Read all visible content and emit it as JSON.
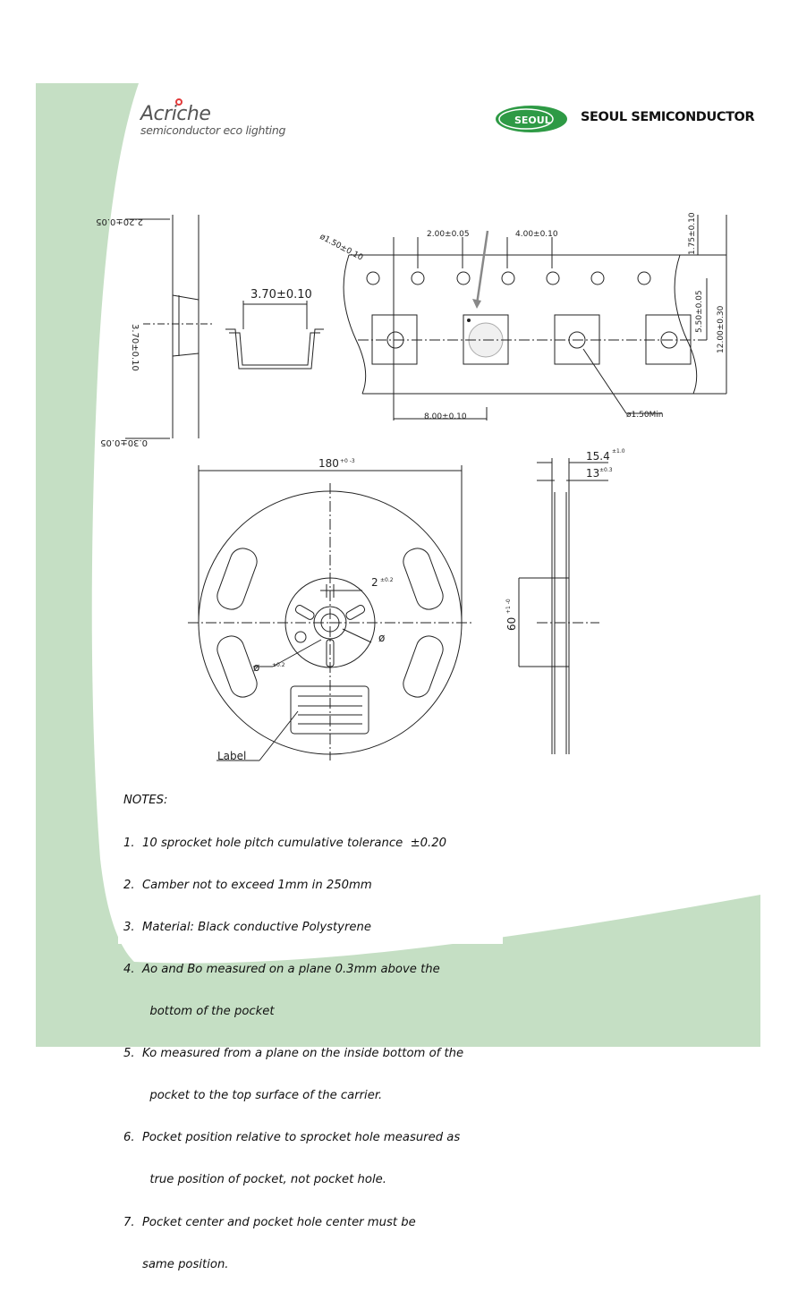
{
  "header": {
    "brand_name": "Acriche",
    "brand_tagline": "semiconductor eco lighting",
    "logo_oval_text": "SEOUL",
    "company_name": "SEOUL SEMICONDUCTOR"
  },
  "colors": {
    "page_green": "#c5dfc4",
    "logo_green": "#2e9a45",
    "acriche_dot": "#e23b3b"
  },
  "tape_drawing": {
    "dim_2_20": "2.20±0.05",
    "dim_3_70_side": "3.70±0.10",
    "dim_0_30": "0.30±0.05",
    "dim_3_70_top": "3.70±0.10",
    "dim_hole_dia": "ø1.50±0.10",
    "dim_pitch_2": "2.00±0.05",
    "dim_pitch_4": "4.00±0.10",
    "dim_1_75": "1.75±0.10",
    "dim_5_50": "5.50±0.05",
    "dim_12": "12.00±0.30",
    "dim_8": "8.00±0.10",
    "dim_pocket_hole": "ø1.50Min"
  },
  "reel_drawing": {
    "dim_180": "180",
    "dim_180_tol": "+0 -3",
    "dim_2": "2",
    "dim_2_tol": "±0.2",
    "dim_phi": "ø",
    "dim_phi_tol": "±0.2",
    "dim_phi_right": "ø",
    "label": "Label",
    "dim_15_4": "15.4",
    "dim_15_4_tol": "±1.0",
    "dim_13": "13",
    "dim_13_tol": "±0.3",
    "dim_60": "60",
    "dim_60_tol": "+1 -0"
  },
  "notes": {
    "title": "NOTES:",
    "lines": [
      "1.  10 sprocket hole pitch cumulative tolerance  ±0.20",
      "2.  Camber not to exceed 1mm in 250mm",
      "3.  Material: Black conductive Polystyrene",
      "4.  Ao and Bo measured on a plane 0.3mm above the",
      "       bottom of the pocket",
      "5.  Ko measured from a plane on the inside bottom of the",
      "       pocket to the top surface of the carrier.",
      "6.  Pocket position relative to sprocket hole measured as",
      "       true position of pocket, not pocket hole.",
      "7.  Pocket center and pocket hole center must be",
      "     same position."
    ]
  }
}
